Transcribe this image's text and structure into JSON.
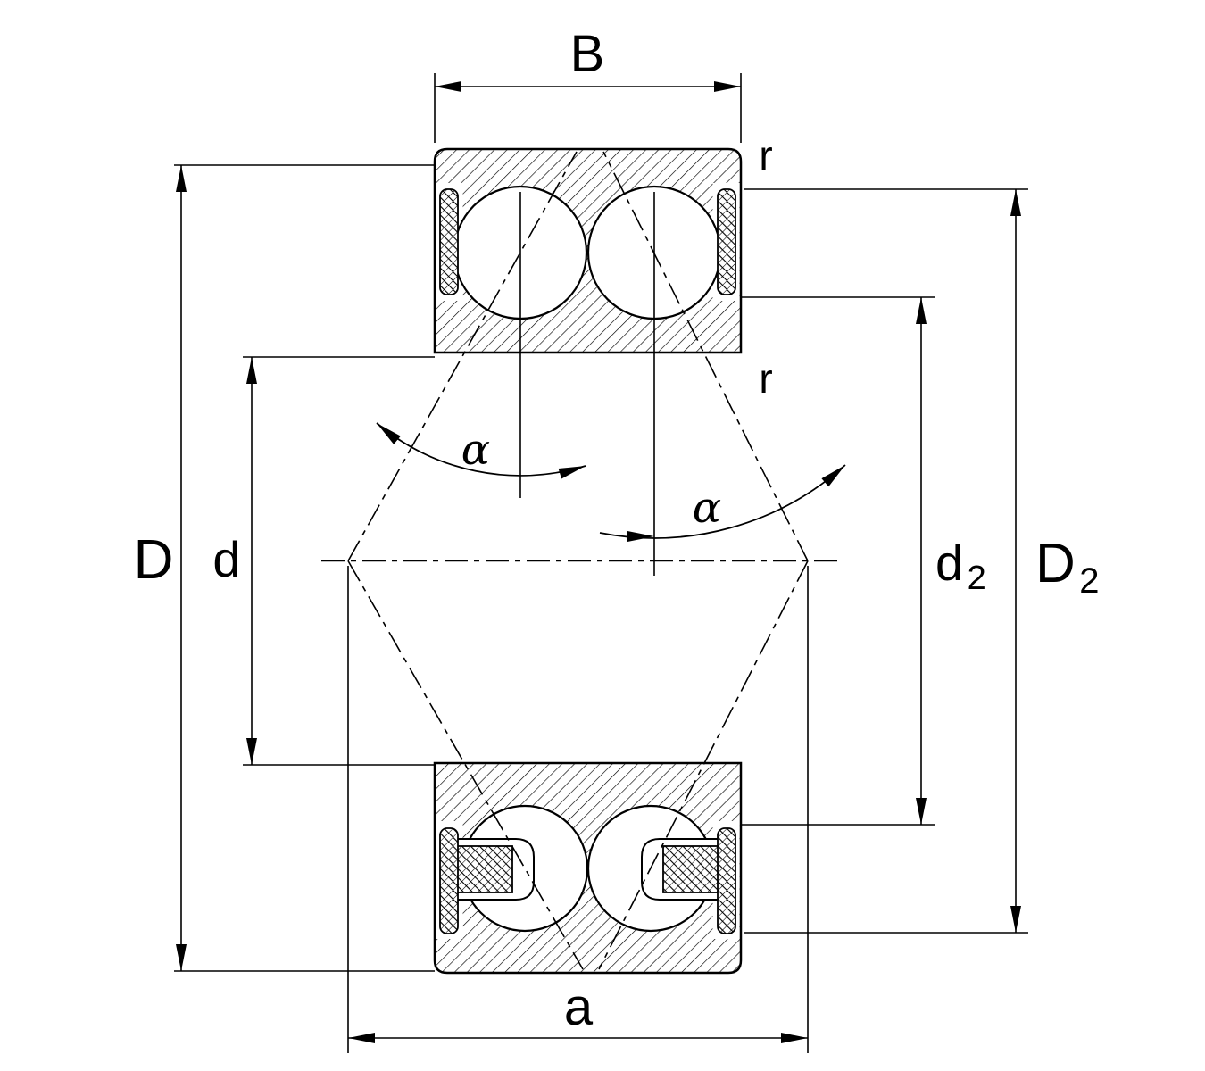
{
  "figure": {
    "kind": "bearing-cross-section-drawing",
    "colors": {
      "line": "#000000",
      "background": "#ffffff"
    },
    "labels": {
      "width": "B",
      "radius_top": "r",
      "radius_bottom": "r",
      "outside_diameter": "D",
      "bore_diameter": "d",
      "contact_angle_left": "α",
      "contact_angle_right": "α",
      "shoulder_inner_base": "d",
      "shoulder_inner_sub": "2",
      "shoulder_outer_base": "D",
      "shoulder_outer_sub": "2",
      "pressure_center_distance": "a"
    }
  }
}
